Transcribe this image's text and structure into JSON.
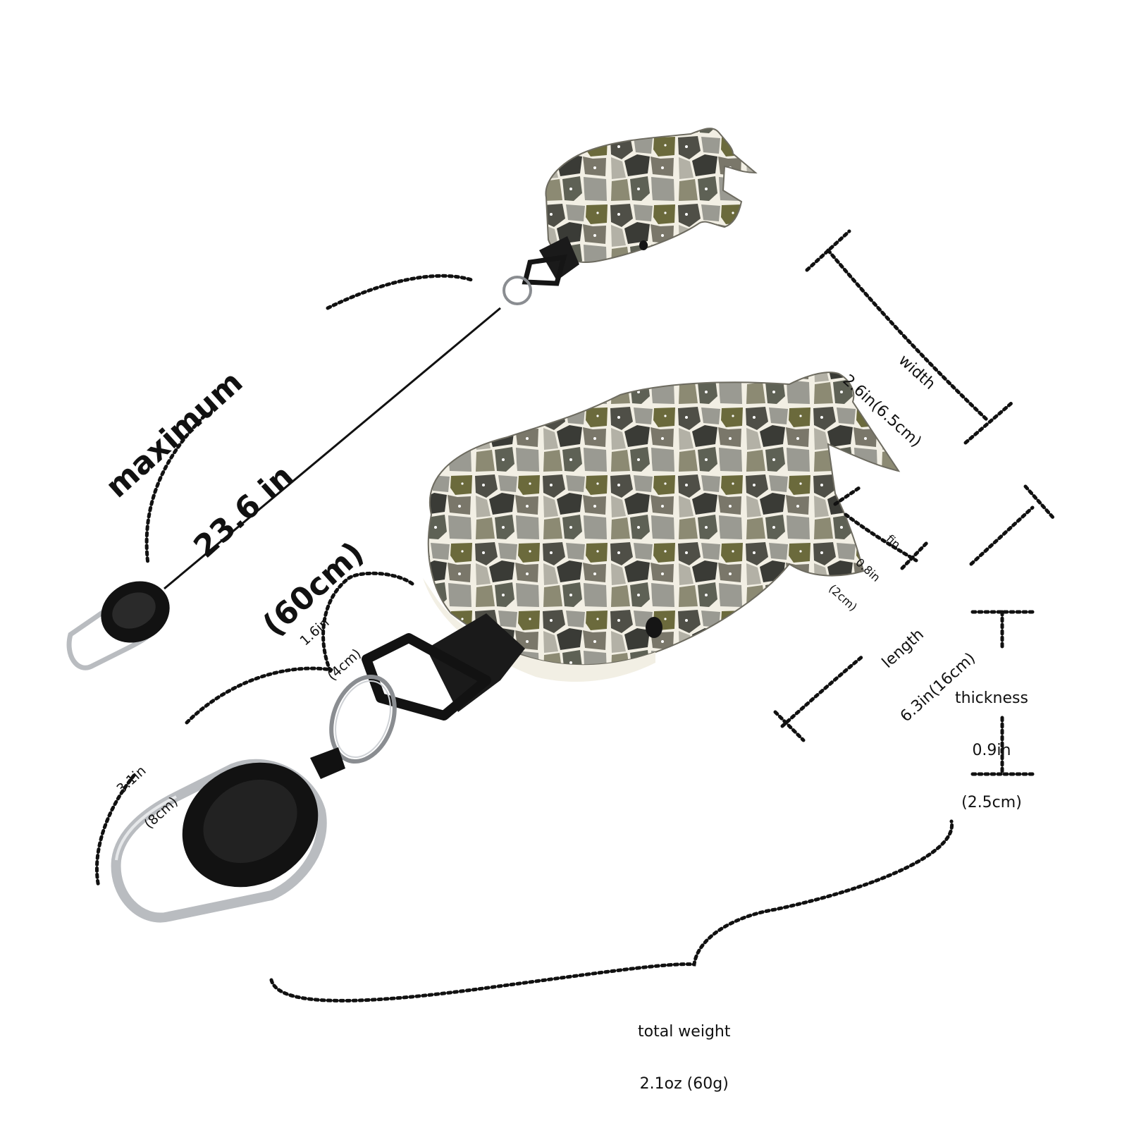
{
  "labels": {
    "max_length": [
      "maximum",
      "23.6 in",
      "(60cm)"
    ],
    "width": [
      "width",
      "2.6in(6.5cm)"
    ],
    "fin": [
      "fin",
      "0.8in",
      "(2cm)"
    ],
    "length": [
      "length",
      "6.3in(16cm)"
    ],
    "thickness": [
      "thickness",
      "0.9in",
      "(2.5cm)"
    ],
    "loop": [
      "1.6in",
      "(4cm)"
    ],
    "reel": [
      "3.1in",
      "(8cm)"
    ],
    "weight": [
      "total weight",
      "2.1oz (60g)"
    ]
  },
  "colors": {
    "background": "#ffffff",
    "dotted_line": "#111111",
    "reel_black": "#121212",
    "carabiner_metal": "#b9bcc0",
    "mosaic_grout": "#f2efe4",
    "mosaic_tones": [
      "#4f4f47",
      "#7a776a",
      "#9a9a92",
      "#6b6a3c",
      "#3a3b36",
      "#b3b1a6",
      "#8c8a73",
      "#5e6155"
    ]
  }
}
